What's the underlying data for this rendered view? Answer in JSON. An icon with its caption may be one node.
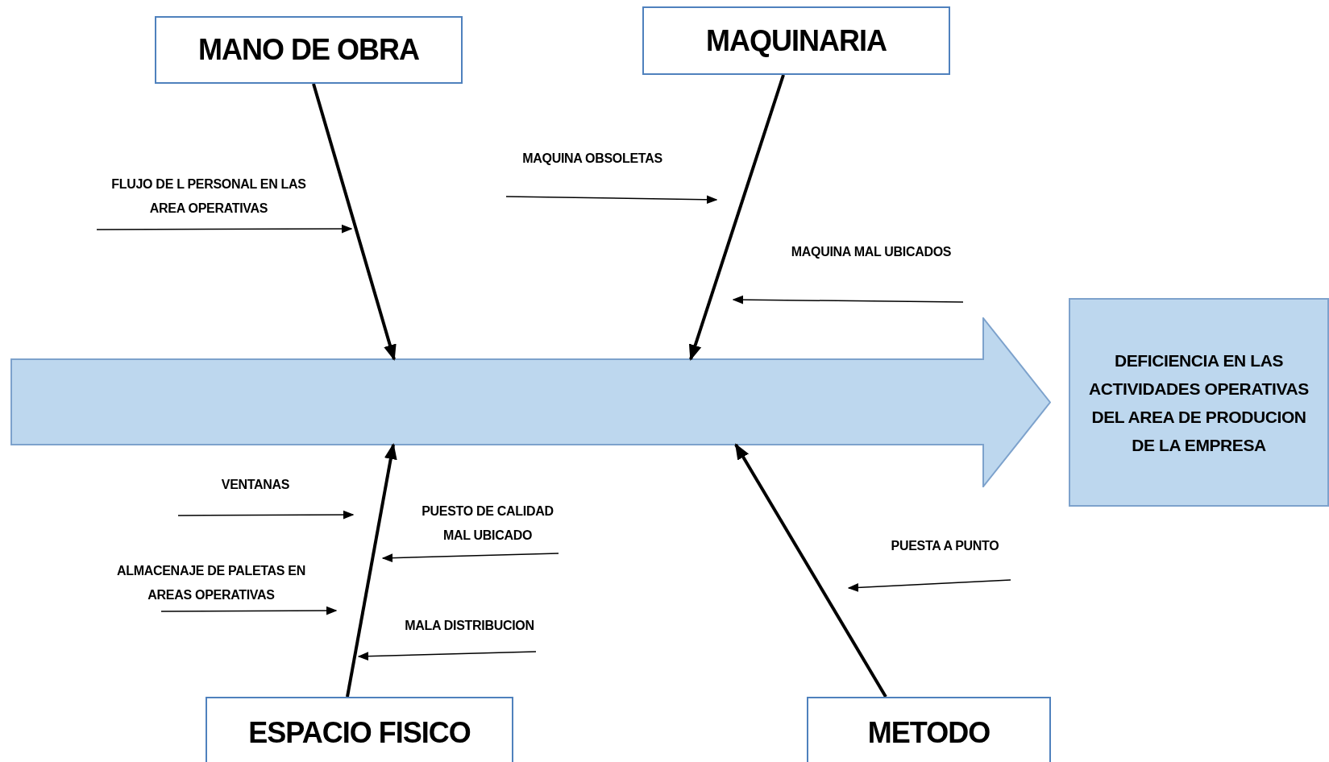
{
  "diagram": {
    "nodes": [
      {
        "text": [
          "MANO DE OBRA"
        ]
      },
      {
        "text": [
          "MAQUINARIA"
        ]
      },
      {
        "text": [
          "MAQUINA OBSOLETAS"
        ]
      },
      {
        "text": [
          "FLUJO DE L PERSONAL EN LAS AREA OPERATIVAS"
        ]
      },
      {
        "text": [
          "MAQUINA MAL UBICADOS"
        ]
      },
      {
        "text": [],
        "shape": "arrow"
      },
      {
        "text": [
          "DEFICIENCIA EN LAS ACTIVIDADES OPERATIVAS DEL AREA DE PRODUCION DE LA EMPRESA"
        ]
      },
      {
        "text": [
          "VENTANAS"
        ]
      },
      {
        "text": [
          "PUESTO DE CALIDAD MAL UBICADO"
        ]
      },
      {
        "text": [
          "PUESTA A PUNTO"
        ]
      },
      {
        "text": [
          "ALMACENAJE DE PALETAS EN AREAS OPERATIVAS"
        ]
      },
      {
        "text": [
          "MALA DISTRIBUCION"
        ]
      },
      {
        "text": [
          "ESPACIO FISICO"
        ]
      },
      {
        "text": [
          "METODO"
        ]
      }
    ],
    "edges": [
      {
        "from": 0,
        "to": 5,
        "arrow": "to",
        "style": "thick"
      },
      {
        "from": 1,
        "to": 5,
        "arrow": "to",
        "style": "thick"
      },
      {
        "from": 12,
        "to": 5,
        "arrow": "to",
        "style": "thick"
      },
      {
        "from": 13,
        "to": 5,
        "arrow": "to",
        "style": "thick"
      },
      {
        "from": 3,
        "to": null,
        "arrow": "to"
      },
      {
        "from": 2,
        "to": null,
        "arrow": "to"
      },
      {
        "from": 4,
        "to": null,
        "arrow": "to"
      },
      {
        "from": 7,
        "to": null,
        "arrow": "to"
      },
      {
        "from": 8,
        "to": null,
        "arrow": "to"
      },
      {
        "from": 10,
        "to": null,
        "arrow": "to"
      },
      {
        "from": 11,
        "to": null,
        "arrow": "to"
      },
      {
        "from": 9,
        "to": null,
        "arrow": "to"
      }
    ]
  }
}
